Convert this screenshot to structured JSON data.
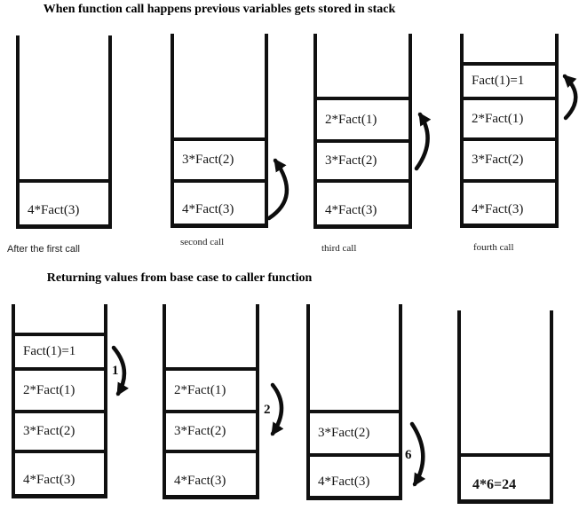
{
  "diagram": {
    "title_push": "When function call happens previous variables gets stored in stack",
    "title_pop": "Returning values from base case to caller function",
    "colors": {
      "line": "#101010",
      "text": "#151515",
      "background": "#ffffff"
    },
    "push_stacks": [
      {
        "caption": "After the first call",
        "frames": [
          "4*Fact(3)"
        ]
      },
      {
        "caption": "second call",
        "frames": [
          "3*Fact(2)",
          "4*Fact(3)"
        ]
      },
      {
        "caption": "third call",
        "frames": [
          "2*Fact(1)",
          "3*Fact(2)",
          "4*Fact(3)"
        ]
      },
      {
        "caption": "fourth call",
        "frames": [
          "Fact(1)=1",
          "2*Fact(1)",
          "3*Fact(2)",
          "4*Fact(3)"
        ]
      }
    ],
    "pop_stacks": [
      {
        "frames": [
          "Fact(1)=1",
          "2*Fact(1)",
          "3*Fact(2)",
          "4*Fact(3)"
        ],
        "return_value": "1"
      },
      {
        "frames": [
          "2*Fact(1)",
          "3*Fact(2)",
          "4*Fact(3)"
        ],
        "return_value": "2"
      },
      {
        "frames": [
          "3*Fact(2)",
          "4*Fact(3)"
        ],
        "return_value": "6"
      },
      {
        "frames": [
          "4*6=24"
        ]
      }
    ]
  }
}
